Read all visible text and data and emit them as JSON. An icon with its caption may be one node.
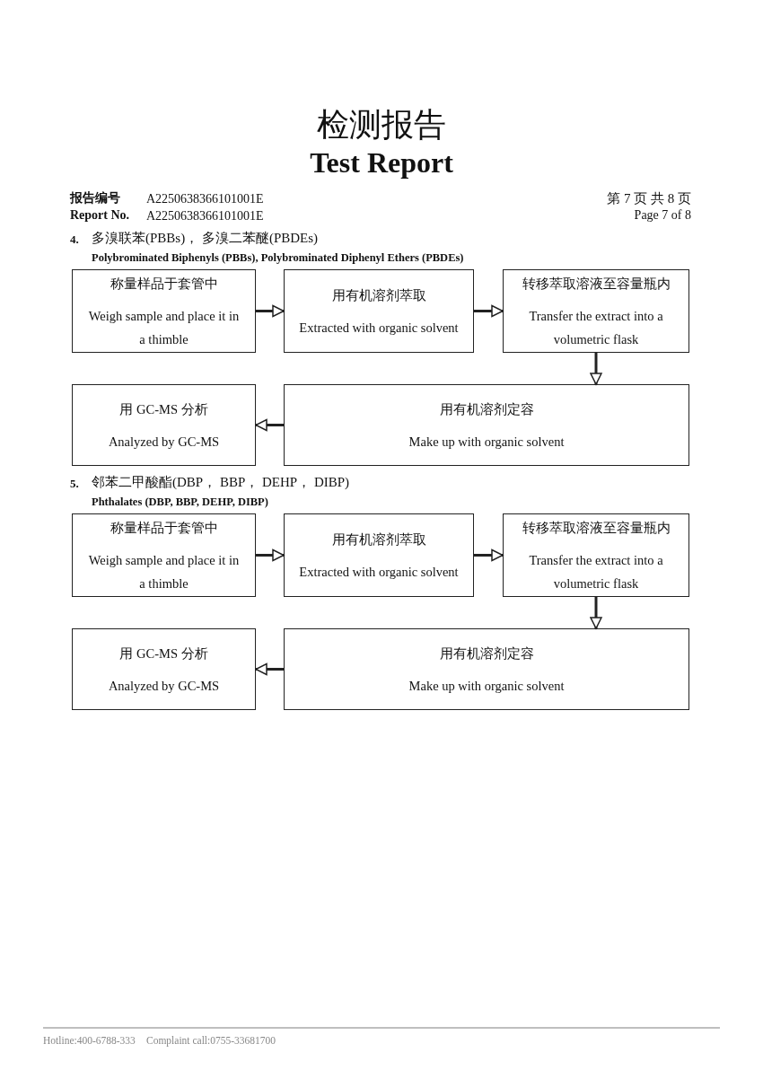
{
  "diagram": {
    "title": "检测报告",
    "nodes": [
      {
        "text": [
          "称量样品于套管中",
          "Weigh sample and place it in a thimble"
        ]
      },
      {
        "text": [
          "用有机溶剂萃取",
          "Extracted with organic solvent"
        ]
      },
      {
        "text": [
          "转移萃取溶液至容量瓶内",
          "Transfer the extract into a volumetric flask"
        ]
      },
      {
        "text": [
          "用 GC-MS 分析",
          "Analyzed by GC-MS"
        ]
      },
      {
        "text": [
          "用有机溶剂定容",
          "Make up with organic solvent"
        ]
      },
      {
        "text": [
          "称量样品于套管中",
          "Weigh sample and place it in a thimble"
        ]
      },
      {
        "text": [
          "用有机溶剂萃取",
          "Extracted with organic solvent"
        ]
      },
      {
        "text": [
          "转移萃取溶液至容量瓶内",
          "Transfer the extract into a volumetric flask"
        ]
      },
      {
        "text": [
          "用 GC-MS 分析",
          "Analyzed by GC-MS"
        ]
      },
      {
        "text": [
          "用有机溶剂定容",
          "Make up with organic solvent"
        ]
      }
    ],
    "edges": [
      {
        "from": 0,
        "to": 1,
        "arrow": "to"
      },
      {
        "from": 1,
        "to": 2,
        "arrow": "to"
      },
      {
        "from": 2,
        "to": 4,
        "arrow": "to"
      },
      {
        "from": 4,
        "to": 3,
        "arrow": "to"
      },
      {
        "from": 5,
        "to": 6,
        "arrow": "to"
      },
      {
        "from": 6,
        "to": 7,
        "arrow": "to"
      },
      {
        "from": 7,
        "to": 9,
        "arrow": "to"
      },
      {
        "from": 9,
        "to": 8,
        "arrow": "to"
      }
    ],
    "labels": [
      "Test Report",
      "报告编号",
      "A2250638366101001E",
      "第 7 页 共 8 页",
      "Report No.",
      "A2250638366101001E",
      "Page 7 of 8",
      "4.",
      "多溴联苯(PBBs)， 多溴二苯醚(PBDEs)",
      "Polybrominated Biphenyls (PBBs), Polybrominated Diphenyl Ethers (PBDEs)",
      "5.",
      "邻苯二甲酸酯(DBP， BBP， DEHP， DIBP)",
      "Phthalates (DBP, BBP, DEHP, DIBP)",
      "Hotline:400-6788-333",
      "Complaint call:0755-33681700"
    ]
  }
}
